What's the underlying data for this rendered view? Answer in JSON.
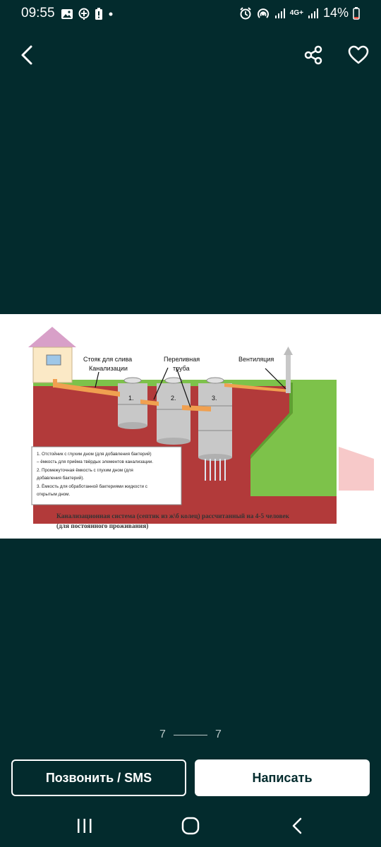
{
  "status_bar": {
    "time": "09:55",
    "network": "4G+",
    "battery": "14%",
    "icons": [
      "image-icon",
      "location-icon",
      "battery-alert-icon",
      "dot-icon",
      "alarm-icon",
      "hotspot-icon",
      "signal-icon",
      "signal-icon",
      "battery-icon"
    ]
  },
  "top_bar": {
    "icons": [
      "back-arrow-icon",
      "share-icon",
      "heart-icon"
    ]
  },
  "photo": {
    "labels": {
      "stoyak_1": "Стояк для слива",
      "stoyak_2": "Канализации",
      "pereliv_1": "Переливная",
      "pereliv_2": "труба",
      "vent": "Вентиляция",
      "n1": "1.",
      "n2": "2.",
      "n3": "3."
    },
    "legend": {
      "l1a": "1. Отстойник с глухим дном (для добавления бактерий)",
      "l1b": "– ёмкость для приёма твёрдых элементов канализации.",
      "l2a": "2. Промежуточная ёмкость с глухим дном (для",
      "l2b": "добавления бактерий).",
      "l3a": "3. Ёмкость для обработанной бактериями жидкости с",
      "l3b": "открытым дном."
    },
    "caption_1": "Канализационная система (септик из ж\\б колец) рассчитанный на 4-5 человек",
    "caption_2": "(для постоянного проживания)",
    "colors": {
      "soil": "#b23a3a",
      "grass": "#7dc24a",
      "pipe": "#f0a050",
      "ring": "#c8c8c8"
    }
  },
  "pager": {
    "current": "7",
    "total": "7"
  },
  "actions": {
    "call_label": "Позвонить / SMS",
    "write_label": "Написать"
  },
  "nav_bar": {
    "icons": [
      "recent-apps-icon",
      "home-icon",
      "back-icon"
    ]
  }
}
